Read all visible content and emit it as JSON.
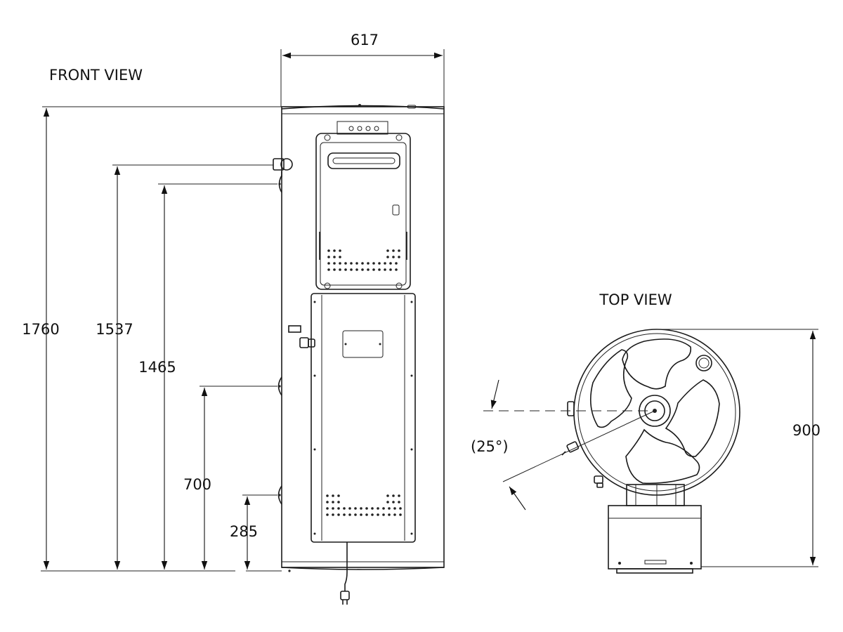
{
  "views": {
    "front_title": "FRONT VIEW",
    "top_title": "TOP VIEW"
  },
  "front_dimensions": {
    "width": "617",
    "height_total": "1760",
    "height_upper_outlet": "1537",
    "height_relief_valve": "1465",
    "height_mid_fitting": "700",
    "height_lower_fitting": "285"
  },
  "top_dimensions": {
    "depth": "900",
    "angle": "(25°)"
  }
}
